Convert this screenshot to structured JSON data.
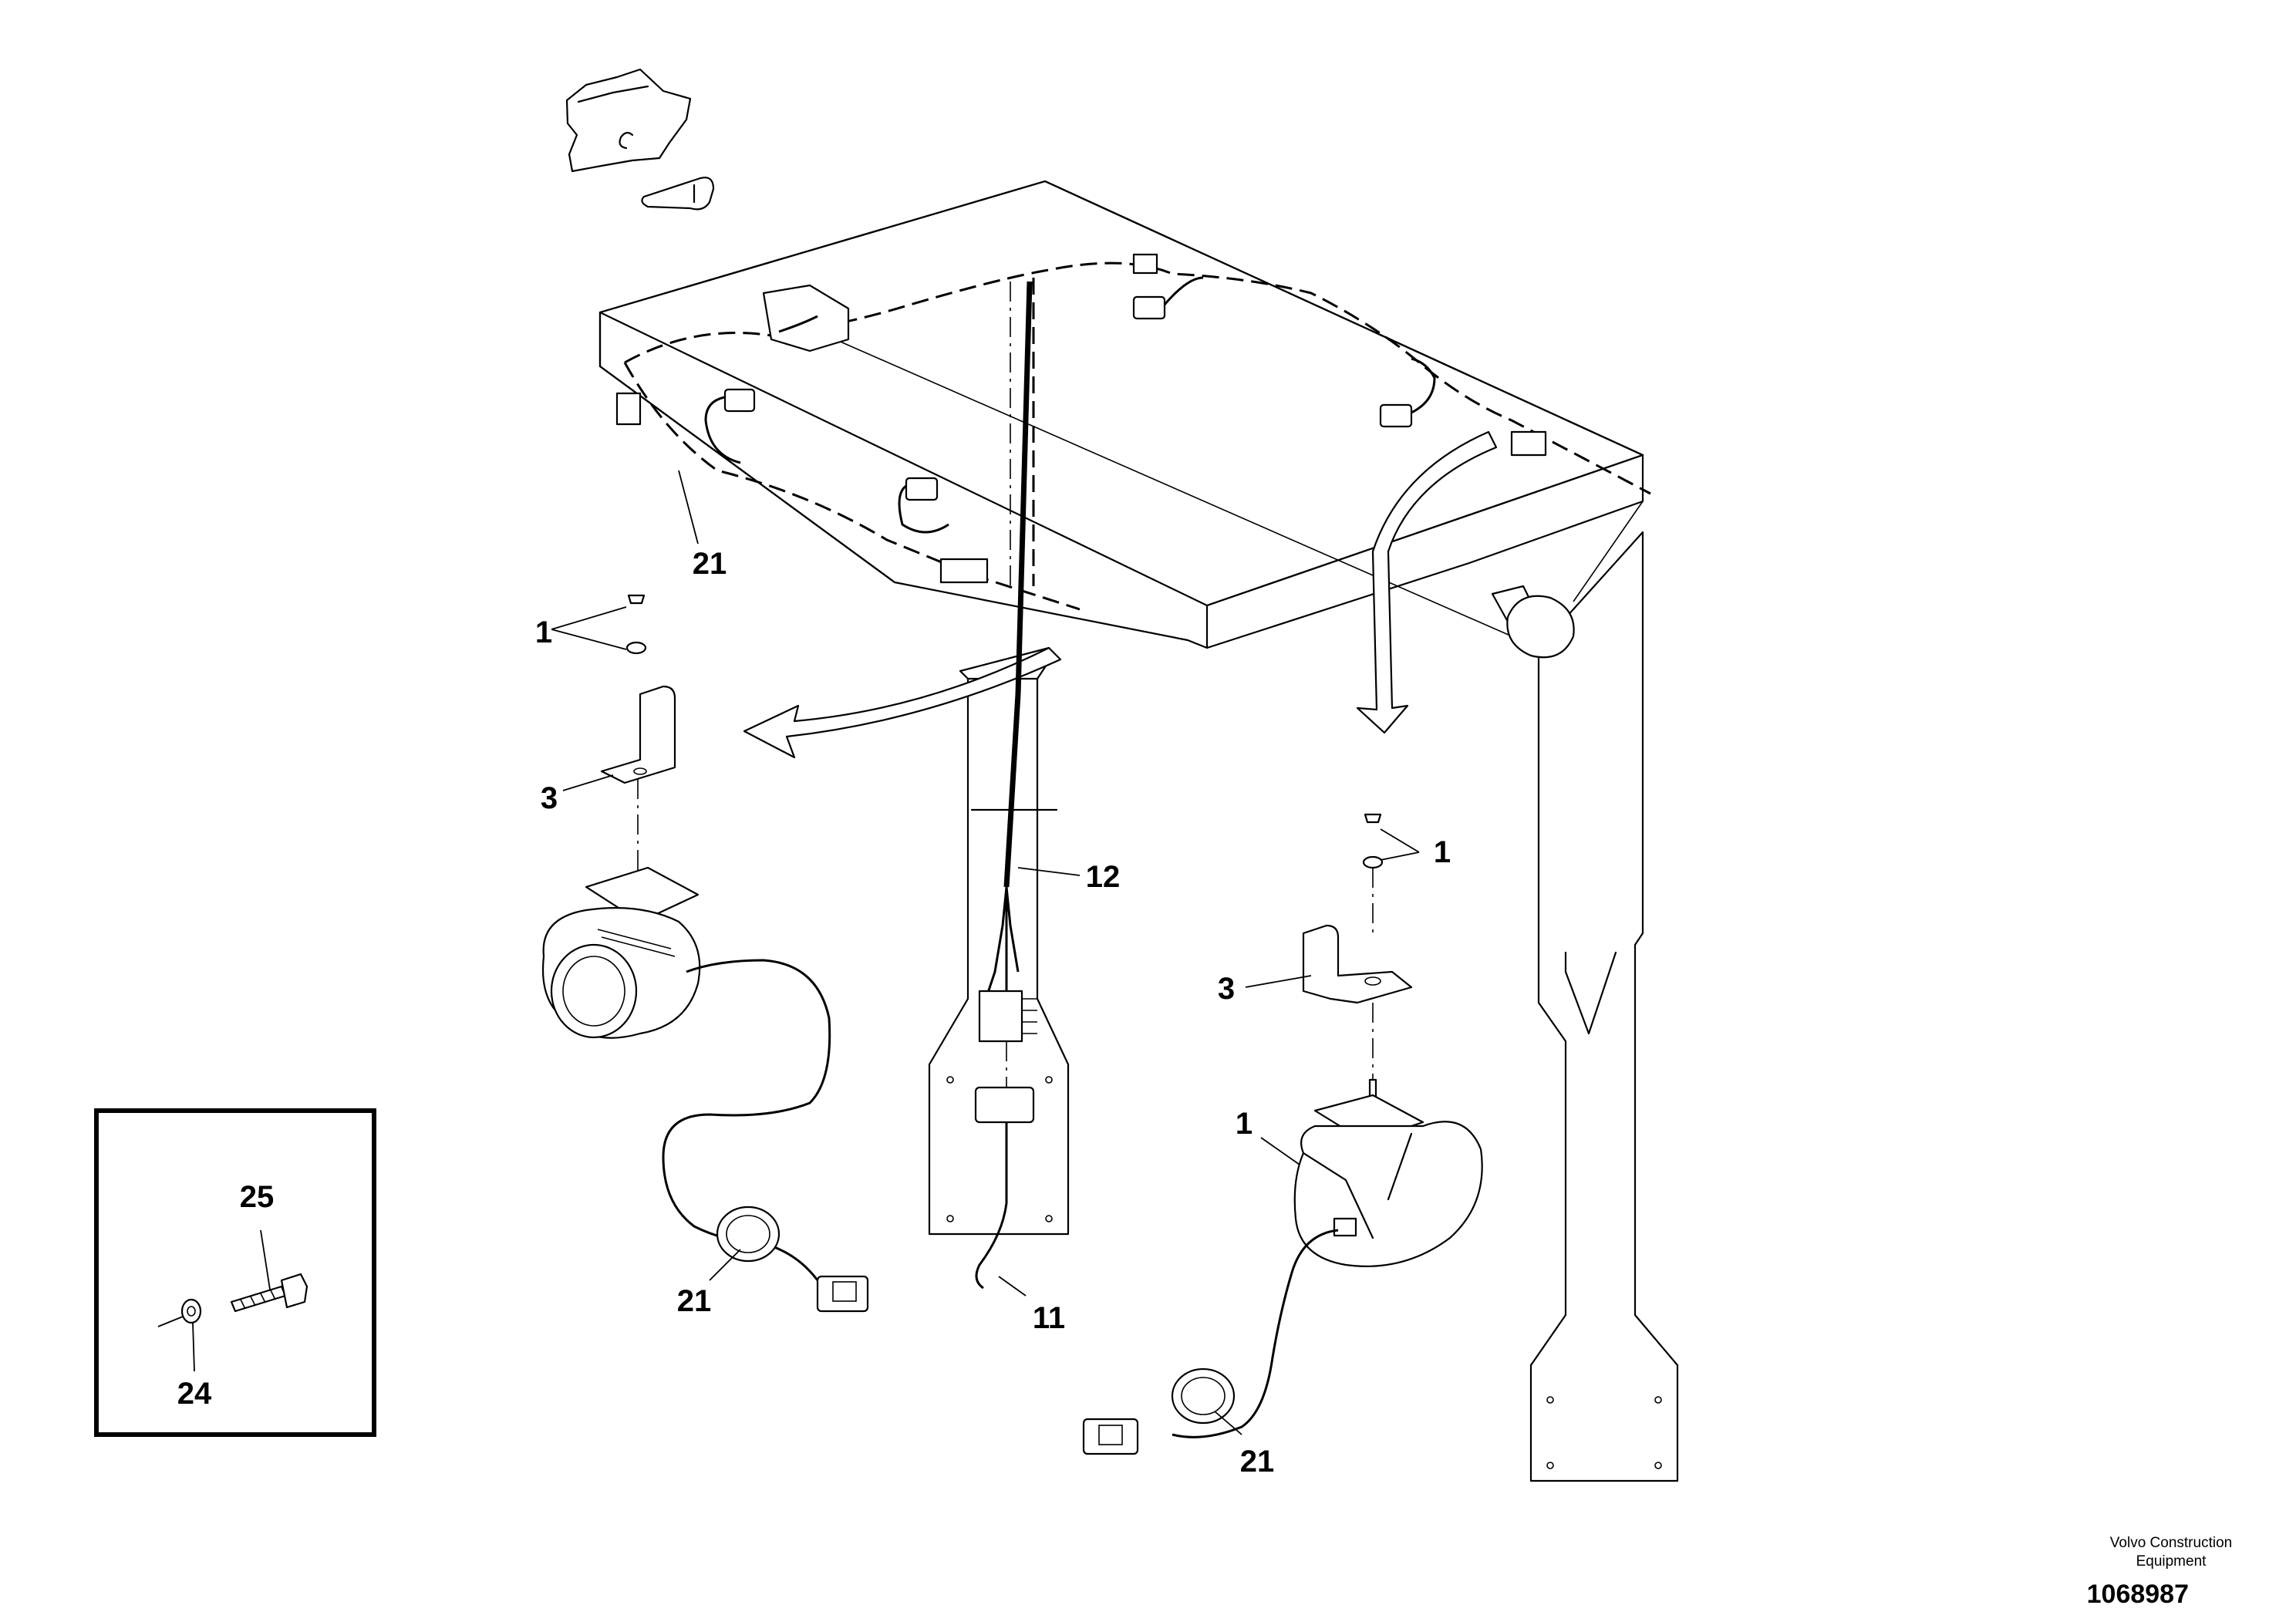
{
  "callouts": {
    "c21_top": "21",
    "c1_left": "1",
    "c3_left": "3",
    "c12": "12",
    "c1_right": "1",
    "c3_right": "3",
    "c1_lamp": "1",
    "c21_left": "21",
    "c11": "11",
    "c21_right": "21",
    "c25": "25",
    "c24": "24"
  },
  "footer": {
    "manufacturer_line1": "Volvo Construction",
    "manufacturer_line2": "Equipment",
    "part_number": "1068987"
  }
}
